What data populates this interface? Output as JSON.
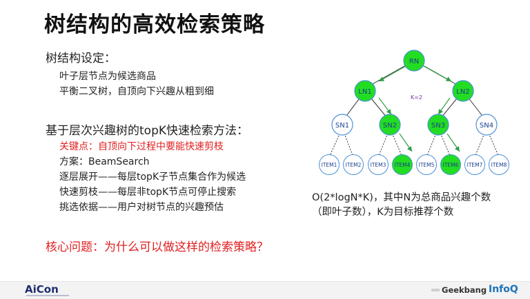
{
  "slide": {
    "title": "树结构的高效检索策略",
    "section1": {
      "heading": "树结构设定：",
      "items": [
        "叶子层节点为候选商品",
        "平衡二叉树，自顶向下兴趣从粗到细"
      ]
    },
    "section2": {
      "heading": "基于层次兴趣树的topK快速检索方法：",
      "key_point": "关键点：自顶向下过程中要能快速剪枝",
      "items": [
        "方案：BeamSearch",
        "逐层展开——每层topK子节点集合作为候选",
        "快速剪枝——每层非topK节点可停止搜索",
        "挑选依据——用户对树节点的兴趣预估"
      ]
    },
    "question": "核心问题：为什么可以做这样的检索策略？",
    "complexity_note": [
      "O(2*logN*K)，其中N为总商品兴趣个数",
      "（即叶子数），K为目标推荐个数"
    ]
  },
  "tree": {
    "annotation": "K=2",
    "root": "RN",
    "level1": [
      "LN1",
      "LN2"
    ],
    "level2": [
      "SN1",
      "SN2",
      "SN3",
      "SN4"
    ],
    "leaves": [
      "ITEM1",
      "ITEM2",
      "ITEM3",
      "ITEM4",
      "ITEM5",
      "ITEM6",
      "ITEM7",
      "ITEM8"
    ],
    "highlighted": [
      "RN",
      "LN1",
      "LN2",
      "SN2",
      "SN3",
      "ITEM4",
      "ITEM6"
    ],
    "colors": {
      "highlight": "#22dd22",
      "node_stroke": "#4a90d9",
      "edge": "#333333",
      "arrow": "#2e9e44",
      "annotation": "#7a2fa0"
    }
  },
  "footer": {
    "brand_left": "AiCon",
    "brand_right_1": "Geekbang",
    "brand_right_2": "InfoQ"
  }
}
